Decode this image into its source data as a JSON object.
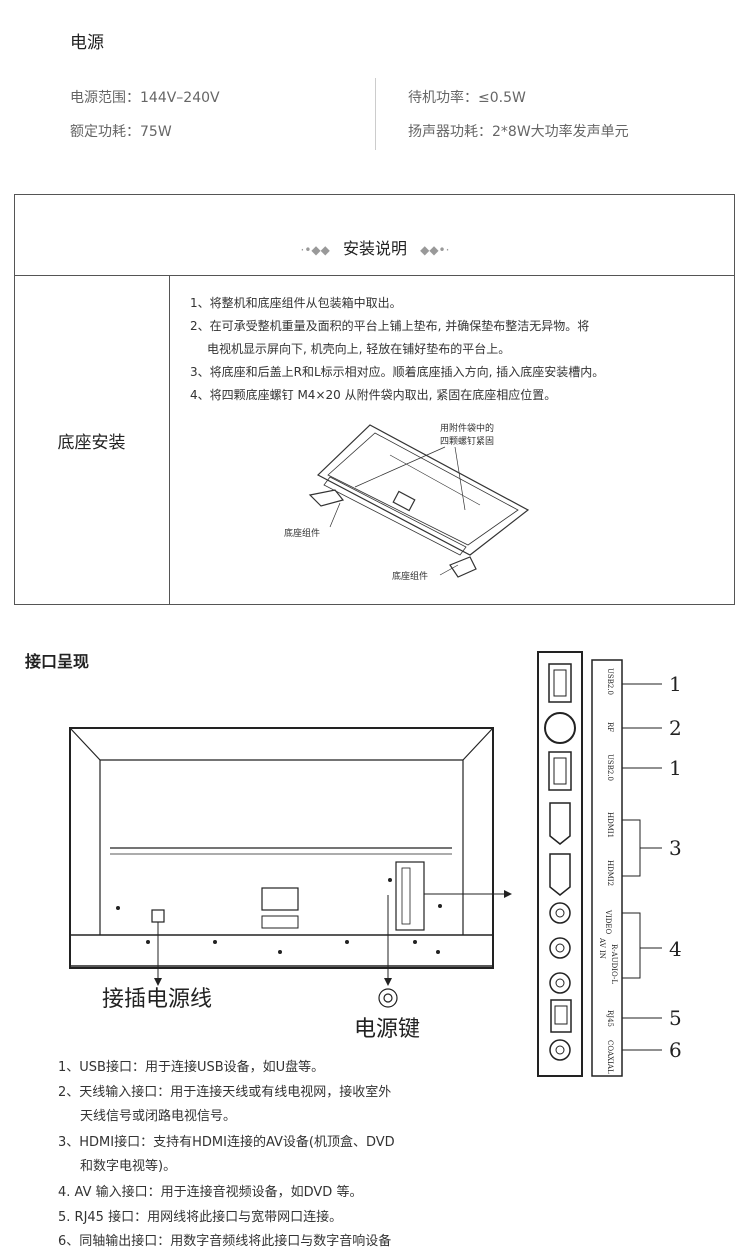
{
  "power": {
    "title": "电源",
    "range": "电源范围：144V–240V",
    "rated": "额定功耗：75W",
    "standby": "待机功率：≤0.5W",
    "speaker": "扬声器功耗：2*8W大功率发声单元"
  },
  "install": {
    "title": "安装说明",
    "row_label": "底座安装",
    "steps": [
      "1、将整机和底座组件从包装箱中取出。",
      "2、在可承受整机重量及面积的平台上铺上垫布, 并确保垫布整洁无异物。将",
      "电视机显示屏向下, 机壳向上, 轻放在铺好垫布的平台上。",
      "3、将底座和后盖上R和L标示相对应。顺着底座插入方向, 插入底座安装槽内。",
      "4、将四颗底座螺钉 M4×20 从附件袋内取出, 紧固在底座相应位置。"
    ],
    "figure": {
      "screw_note_1": "用附件袋中的",
      "screw_note_2": "四颗螺钉紧固",
      "base_left": "底座组件",
      "base_right": "底座组件"
    }
  },
  "interfaces": {
    "title": "接口呈现",
    "power_cord_label": "接插电源线",
    "power_key_label": "电源键",
    "panel_labels": [
      "USB2.0",
      "RF",
      "USB2.0",
      "HDMI1",
      "HDMI2",
      "VIDEO",
      "AV IN",
      "R-AUDIO-L",
      "RJ45",
      "COAXIAL"
    ],
    "callouts": [
      "1",
      "2",
      "1",
      "3",
      "4",
      "5",
      "6"
    ],
    "notes": [
      "1、USB接口：用于连接USB设备，如U盘等。",
      "2、天线输入接口：用于连接天线或有线电视网，接收室外",
      "天线信号或闭路电视信号。",
      "3、HDMI接口：支持有HDMI连接的AV设备(机顶盒、DVD",
      "和数字电视等)。",
      "4. AV 输入接口：用于连接音视频设备，如DVD 等。",
      "5. RJ45 接口：用网线将此接口与宽带网口连接。",
      "6、同轴输出接口：用数字音频线将此接口与数字音响设备"
    ]
  }
}
